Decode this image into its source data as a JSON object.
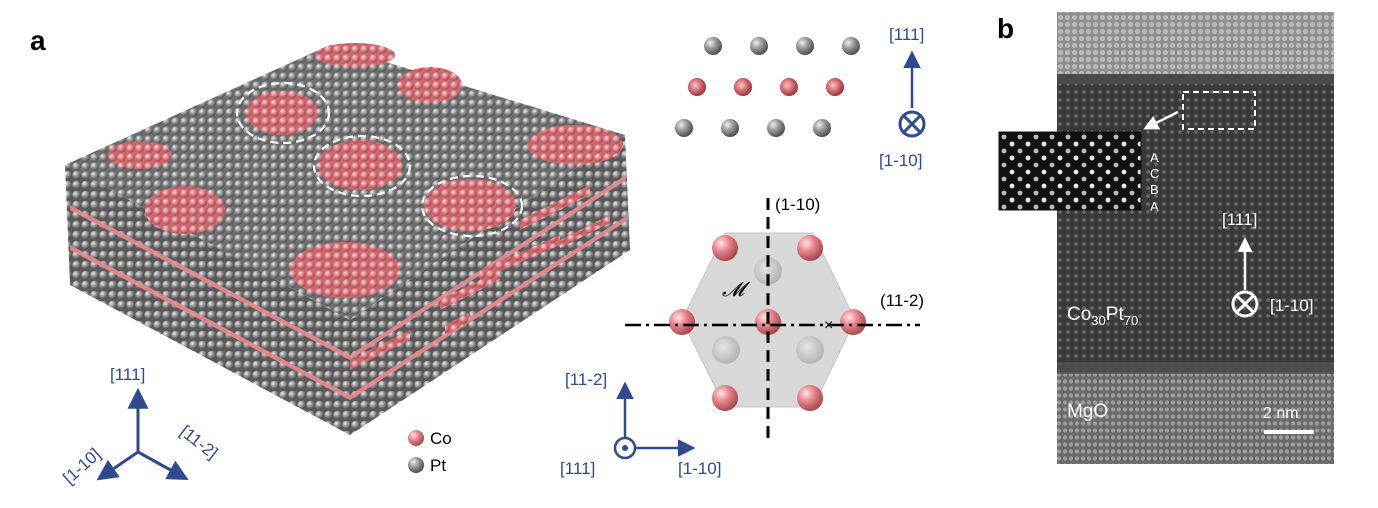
{
  "panel_a": {
    "label": "a",
    "legend": [
      {
        "label": "Co",
        "color": "#e88a8f"
      },
      {
        "label": "Pt",
        "color": "#808080"
      }
    ],
    "axes_3d": {
      "up": "[111]",
      "left": "[1-10]",
      "right": "[11-2]"
    },
    "stacking_view": {
      "top": "[111]",
      "bottom": "[1-10]"
    },
    "hex_view": {
      "plane_vertical": "(1-10)",
      "plane_horizontal": "(11-2)",
      "mirror_symbol": "𝓜",
      "up": "[11-2]",
      "right": "[1-10]",
      "out": "[111]"
    }
  },
  "panel_b": {
    "label": "b",
    "stacking": [
      "A",
      "C",
      "B",
      "A"
    ],
    "dir_up": "[111]",
    "dir_out": "[1-10]",
    "film_main": "Co",
    "film_sub1": "30",
    "film_mid": "Pt",
    "film_sub2": "70",
    "substrate": "MgO",
    "scale": "2 nm"
  },
  "colors": {
    "accent": "#2f4a8f",
    "co": "#e88a8f",
    "pt": "#808080"
  }
}
